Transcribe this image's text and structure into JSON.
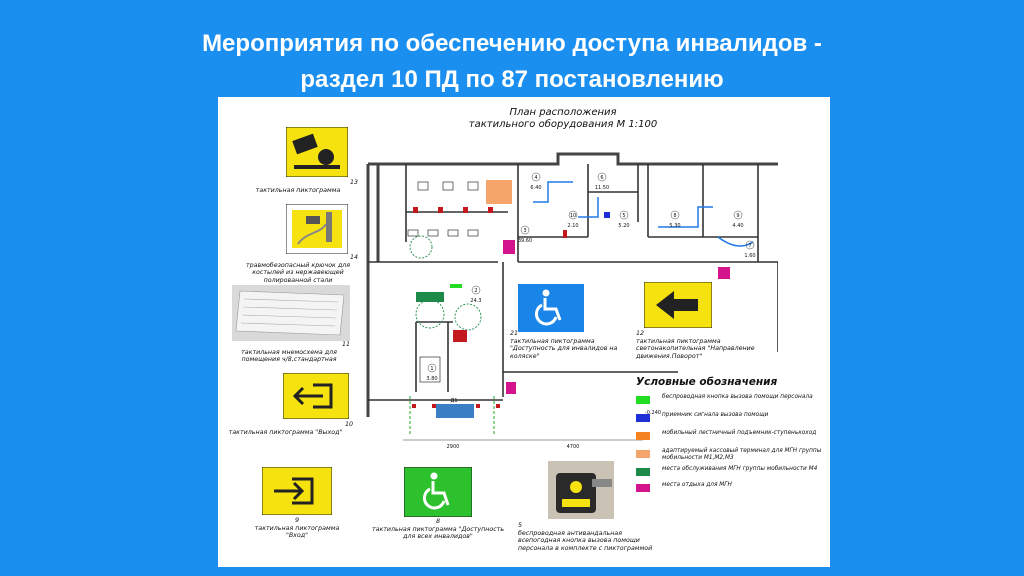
{
  "header": {
    "line1": "Мероприятия по обеспечению доступа инвалидов -",
    "line2": "раздел 10 ПД по 87 постановлению"
  },
  "plan": {
    "title_line1": "План расположения",
    "title_line2": "тактильного оборудования М 1:100",
    "rooms": [
      {
        "num": "4",
        "area": "6.40"
      },
      {
        "num": "6",
        "area": "11.50"
      },
      {
        "num": "10",
        "area": "2.10"
      },
      {
        "num": "5",
        "area": "5.20"
      },
      {
        "num": "8",
        "area": "5.30"
      },
      {
        "num": "9",
        "area": "4.40"
      },
      {
        "num": "3",
        "area": "39.60"
      },
      {
        "num": "7",
        "area": "1.60"
      },
      {
        "num": "2",
        "area": "24.3"
      },
      {
        "num": "1",
        "area": "3.80"
      }
    ],
    "level_mark": "-0.240",
    "dim_1": "2900",
    "dim_2": "4700",
    "door_mark": "Д1"
  },
  "items": {
    "p13": {
      "num": "13",
      "text": "тактильная пиктограмма"
    },
    "p14": {
      "num": "14",
      "text": "травмобезопасный крючок для костылей из нержавеющей полированной стали"
    },
    "p11": {
      "num": "11",
      "text": "тактильная мнемосхема для помещения ч/8,стандартная"
    },
    "p10": {
      "num": "10",
      "text": "тактильная пиктограмма \"Выход\""
    },
    "p9": {
      "num": "9",
      "text": "тактильная пиктограмма \"Вход\""
    },
    "p8": {
      "num": "8",
      "text": "тактильная пиктограмма \"Доступность для всех инвалидов\""
    },
    "p5": {
      "num": "5",
      "text": "беспроводная антивандальная всепогодная кнопка вызова помощи персонала в комплекте с пиктограммой"
    },
    "p21": {
      "num": "21",
      "text": "тактильная пиктограмма \"Доступность для инвалидов на коляске\""
    },
    "p12": {
      "num": "12",
      "text": "тактильная пиктограмма светонакопительная \"Направление движения.Поворот\""
    }
  },
  "legend": {
    "title": "Условные обозначения",
    "entries": [
      {
        "color": "#22dd22",
        "text": "беспроводная кнопка вызова помощи персонала"
      },
      {
        "color": "#1f2fd8",
        "text": "приемник сигнала вызова помощи"
      },
      {
        "color": "#f58220",
        "text": "мобильный лестничный подъемник-ступенькоход"
      },
      {
        "color": "#f5a56a",
        "text": "адаптируемый кассовый терминал для МГН группы мобильности М1,М2,М3"
      },
      {
        "color": "#1e8a4a",
        "text": "места обслуживания МГН группы мобильности М4"
      },
      {
        "color": "#d4148c",
        "text": "места отдыха для МГН"
      }
    ]
  }
}
